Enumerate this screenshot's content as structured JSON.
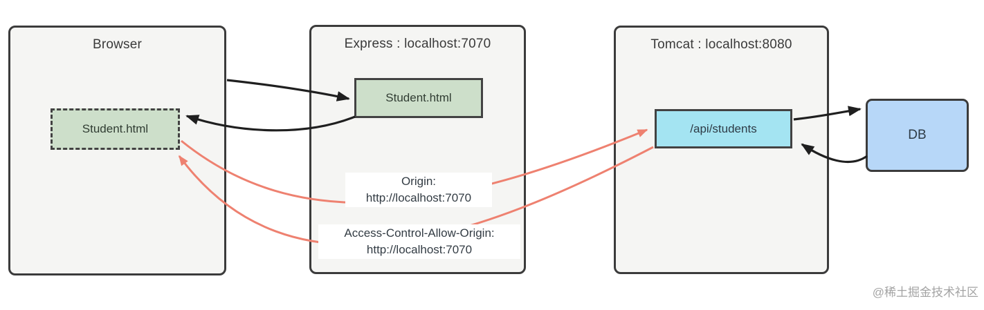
{
  "nodes": {
    "browser": {
      "title": "Browser",
      "page": "Student.html"
    },
    "express": {
      "title": "Express : localhost:7070",
      "page": "Student.html"
    },
    "tomcat": {
      "title": "Tomcat : localhost:8080",
      "endpoint": "/api/students"
    },
    "db": {
      "label": "DB"
    }
  },
  "annotations": {
    "origin": {
      "line1": "Origin:",
      "line2": "http://localhost:7070"
    },
    "acao": {
      "line1": "Access-Control-Allow-Origin:",
      "line2": "http://localhost:7070"
    }
  },
  "arrows": {
    "black_pairs": "browser<->express page fetch, tomcat<->db query",
    "salmon_pairs": "browser page ajax request with Origin header, response with Access-Control-Allow-Origin header"
  },
  "colors": {
    "arrow_black": "#1f1f1f",
    "arrow_salmon": "#ee8170",
    "box_bg": "#f5f5f3",
    "box_border": "#3b3b3b",
    "green_fill": "#cddfca",
    "cyan_fill": "#a4e4f2",
    "blue_fill": "#b7d7f8"
  },
  "watermark": "@稀土掘金技术社区"
}
